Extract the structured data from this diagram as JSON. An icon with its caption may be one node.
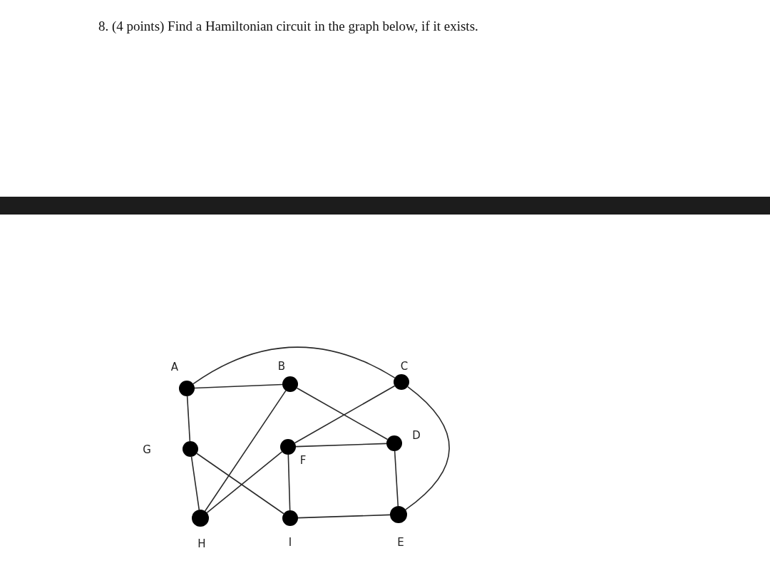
{
  "diagram": {
    "title": "8. (4 points) Find a Hamiltonian circuit in the graph below, if it exists.",
    "nodes": [
      {
        "text": [],
        "shape": "circle",
        "beside": [
          "A"
        ]
      },
      {
        "text": [],
        "shape": "circle",
        "beside": [
          "B"
        ]
      },
      {
        "text": [],
        "shape": "circle",
        "beside": [
          "C"
        ]
      },
      {
        "text": [],
        "shape": "circle",
        "beside": [
          "G"
        ]
      },
      {
        "text": [],
        "shape": "circle",
        "beside": [
          "F"
        ]
      },
      {
        "text": [],
        "shape": "circle",
        "beside": [
          "D"
        ]
      },
      {
        "text": [],
        "shape": "circle",
        "beside": [
          "H"
        ]
      },
      {
        "text": [],
        "shape": "circle",
        "beside": [
          "I"
        ]
      },
      {
        "text": [],
        "shape": "circle",
        "beside": [
          "E"
        ]
      }
    ],
    "edges": [
      {
        "from": 0,
        "to": 2,
        "arrow": "none"
      },
      {
        "from": 0,
        "to": 1,
        "arrow": "none"
      },
      {
        "from": 0,
        "to": 3,
        "arrow": "none"
      },
      {
        "from": 1,
        "to": 5,
        "arrow": "none"
      },
      {
        "from": 1,
        "to": 6,
        "arrow": "none"
      },
      {
        "from": 2,
        "to": 4,
        "arrow": "none"
      },
      {
        "from": 2,
        "to": 8,
        "arrow": "none"
      },
      {
        "from": 4,
        "to": 5,
        "arrow": "none"
      },
      {
        "from": 4,
        "to": 6,
        "arrow": "none"
      },
      {
        "from": 4,
        "to": 7,
        "arrow": "none"
      },
      {
        "from": 3,
        "to": 6,
        "arrow": "none"
      },
      {
        "from": 3,
        "to": 7,
        "arrow": "none"
      },
      {
        "from": 5,
        "to": 8,
        "arrow": "none"
      },
      {
        "from": 7,
        "to": 8,
        "arrow": "none"
      }
    ]
  }
}
